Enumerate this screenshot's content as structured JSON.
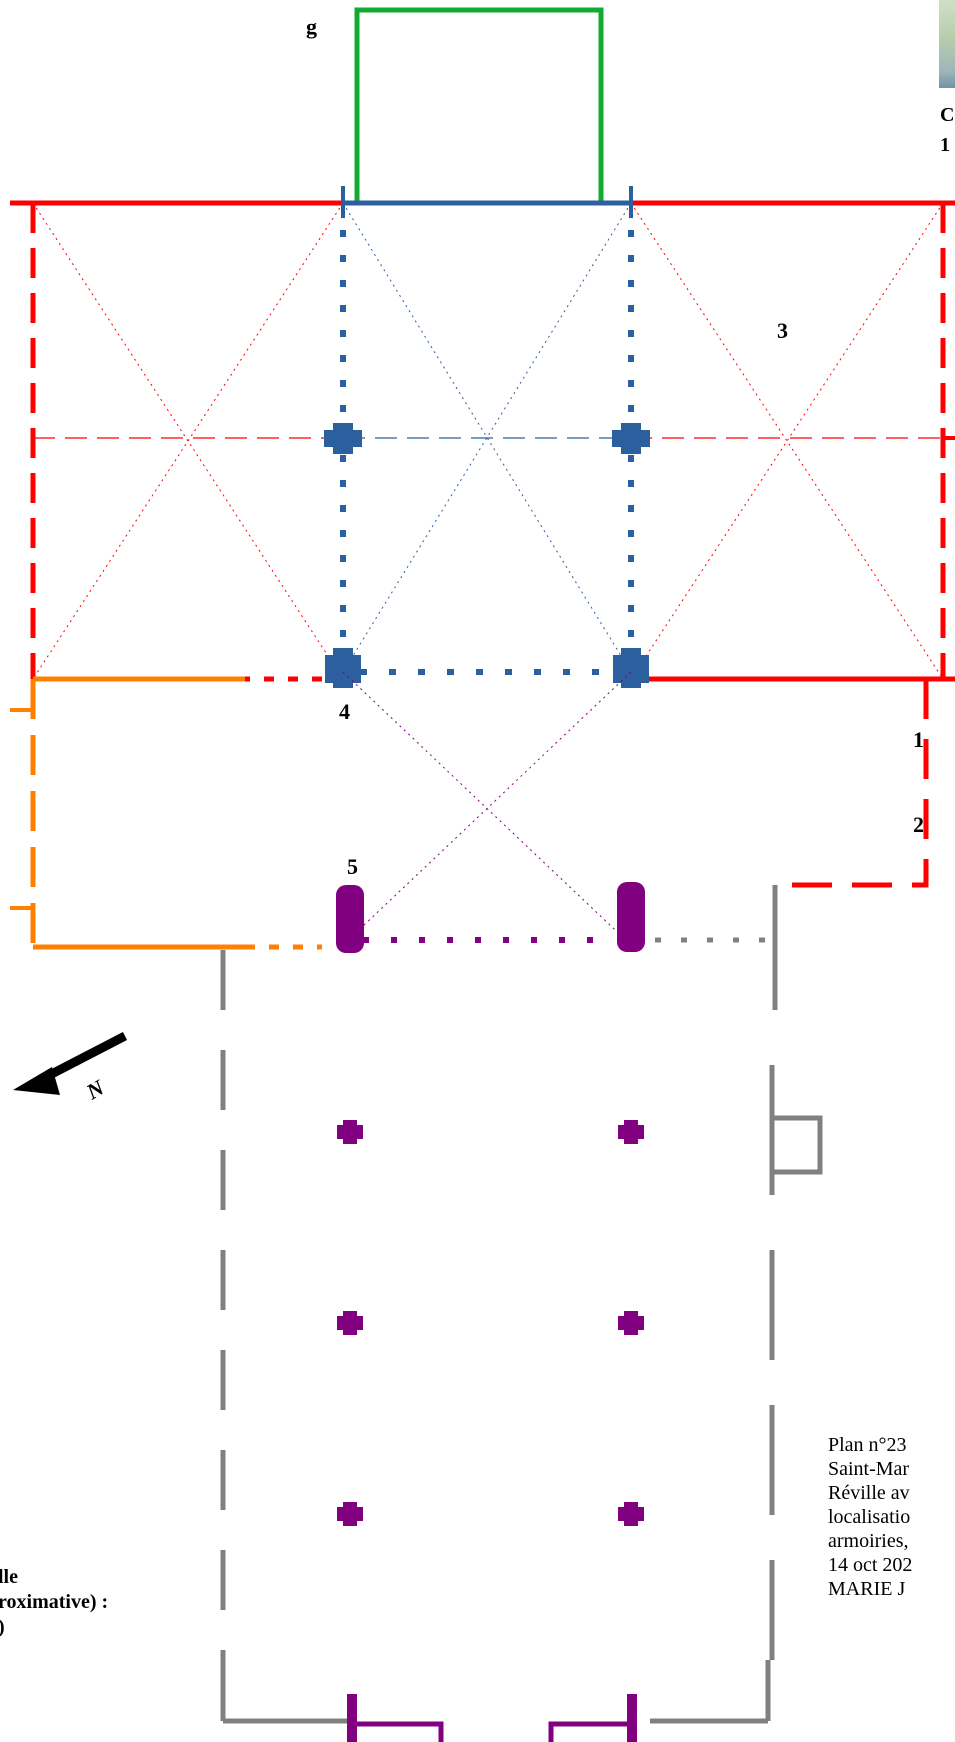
{
  "labels": {
    "l1": "1",
    "l2": "2",
    "l3": "3",
    "l4": "4",
    "l5": "5",
    "top_fragment": "g"
  },
  "corner_text": [
    "C",
    "1"
  ],
  "caption_lines": [
    "Plan n°23",
    "Saint-Mar",
    "Réville av",
    "localisatio",
    "armoiries,",
    "14 oct 202",
    "MARIE J"
  ],
  "scale_lines": [
    "lle",
    "roximative) :",
    ")"
  ],
  "north_label": "N",
  "colors": {
    "red": "#ff0000",
    "blue": "#2c5f9e",
    "green": "#11aa33",
    "orange": "#ff8000",
    "purple": "#800080",
    "gray": "#808080"
  }
}
